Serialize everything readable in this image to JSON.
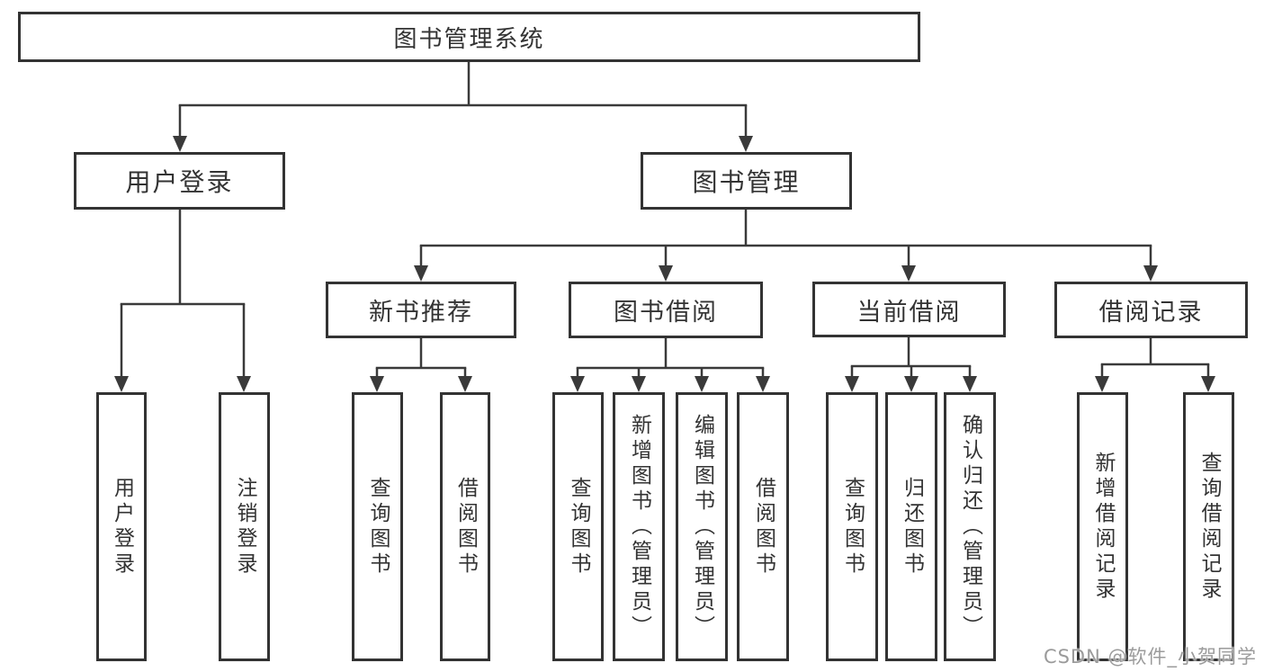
{
  "diagram": {
    "root": {
      "label": "图书管理系统"
    },
    "level2": [
      {
        "label": "用户登录"
      },
      {
        "label": "图书管理"
      }
    ],
    "level3": [
      {
        "label": "新书推荐",
        "parent": "图书管理"
      },
      {
        "label": "图书借阅",
        "parent": "图书管理"
      },
      {
        "label": "当前借阅",
        "parent": "图书管理"
      },
      {
        "label": "借阅记录",
        "parent": "图书管理"
      }
    ],
    "leaves": [
      {
        "label": "用户登录",
        "parent": "用户登录"
      },
      {
        "label": "注销登录",
        "parent": "用户登录"
      },
      {
        "label": "查询图书",
        "parent": "新书推荐"
      },
      {
        "label": "借阅图书",
        "parent": "新书推荐"
      },
      {
        "label": "查询图书",
        "parent": "图书借阅"
      },
      {
        "label": "新增图书（管理员）",
        "parent": "图书借阅"
      },
      {
        "label": "编辑图书（管理员）",
        "parent": "图书借阅"
      },
      {
        "label": "借阅图书",
        "parent": "图书借阅"
      },
      {
        "label": "查询图书",
        "parent": "当前借阅"
      },
      {
        "label": "归还图书",
        "parent": "当前借阅"
      },
      {
        "label": "确认归还（管理员）",
        "parent": "当前借阅"
      },
      {
        "label": "新增借阅记录",
        "parent": "借阅记录"
      },
      {
        "label": "查询借阅记录",
        "parent": "借阅记录"
      }
    ]
  },
  "watermark": {
    "text": "CSDN @软件_小贺同学"
  },
  "colors": {
    "line": "#3a3a3a",
    "box_border": "#333333",
    "text": "#333333",
    "background": "#ffffff",
    "watermark": "#9b9b9b"
  }
}
